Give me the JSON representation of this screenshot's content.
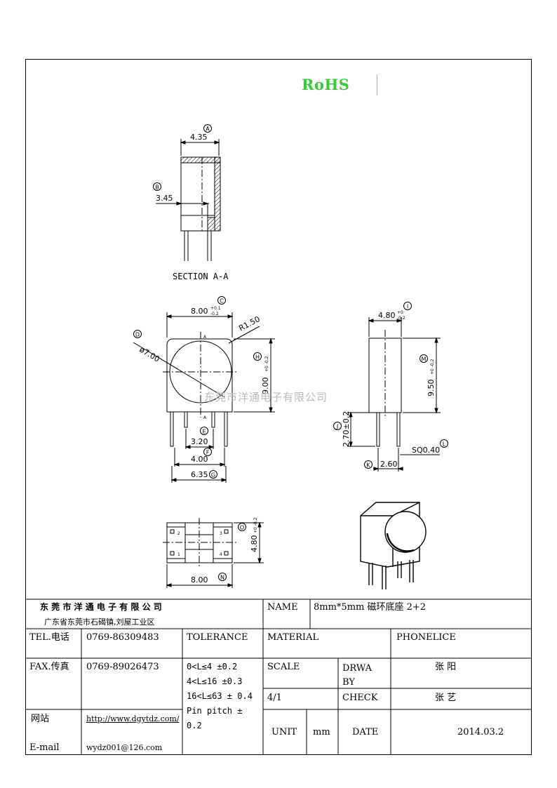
{
  "header": {
    "rohs": "RoHS"
  },
  "watermark": "东莞市洋通电子有限公司",
  "drawing": {
    "section_a": {
      "dim_top": "4.35",
      "callout_top": "A",
      "dim_left": "3.45",
      "callout_left": "B",
      "caption": "SECTION A-A"
    },
    "front_view": {
      "width_dim": "8.00",
      "width_tol_plus": "+0.1",
      "width_tol_minus": "-0.2",
      "width_callout": "C",
      "radius": "R1.50",
      "diameter": "ø7.00",
      "diameter_callout": "D",
      "height_dim": "9.00",
      "height_tol": "+0 -0.2",
      "height_callout": "H",
      "section_mark_top": "A",
      "section_mark_bottom": "A",
      "dim_e": "3.20",
      "callout_e": "E",
      "dim_f": "4.00",
      "callout_f": "F",
      "dim_g": "6.35",
      "callout_g": "G"
    },
    "side_view": {
      "width_dim": "4.80",
      "width_tol_plus": "+0",
      "width_tol_minus": "-0.2",
      "width_callout": "I",
      "height_dim": "9.50",
      "height_tol": "+0 -0.2",
      "height_callout": "M",
      "pin_len": "2.70±0.2",
      "pin_len_callout": "J",
      "pin_pitch": "2.60",
      "pin_pitch_callout": "K",
      "pin_size": "SQ0.40",
      "pin_size_callout": "L"
    },
    "bottom_view": {
      "height_dim": "4.80",
      "height_tol": "+0 -0.2",
      "height_callout": "O",
      "width_dim": "8.00",
      "width_callout": "N",
      "pin_labels": [
        "2",
        "3",
        "1",
        "4"
      ]
    }
  },
  "title_block": {
    "company_name": "东 莞 市 洋 通 电 子 有 限 公 司",
    "company_address": "广东省东莞市石碣镇,刘屋工业区",
    "name_label": "NAME",
    "name_value": "8mm*5mm 磁环底座 2+2",
    "tel_label": "TEL.电话",
    "tel_value": "0769-86309483",
    "tolerance_label": "TOLERANCE",
    "material_label": "MATERIAL",
    "material_value": "PHONELICE",
    "fax_label": "FAX.传真",
    "fax_value": "0769-89026473",
    "tolerance_lines": [
      "0<L≤4 ±0.2",
      "4<L≤16 ±0.3",
      "16<L≤63 ± 0.4",
      "Pin pitch ± 0.2"
    ],
    "scale_label": "SCALE",
    "scale_value": "4/1",
    "drawn_label": "DRWA BY",
    "drawn_value": "张 阳",
    "check_label": "CHECK",
    "check_value": "张 艺",
    "web_label": "网站",
    "web_value": "http://www.dgytdz.com/",
    "email_label": "E-mail",
    "email_value": "wydz001@126.com",
    "unit_label": "UNIT",
    "unit_value": "mm",
    "date_label": "DATE",
    "date_value": "2014.03.2"
  }
}
